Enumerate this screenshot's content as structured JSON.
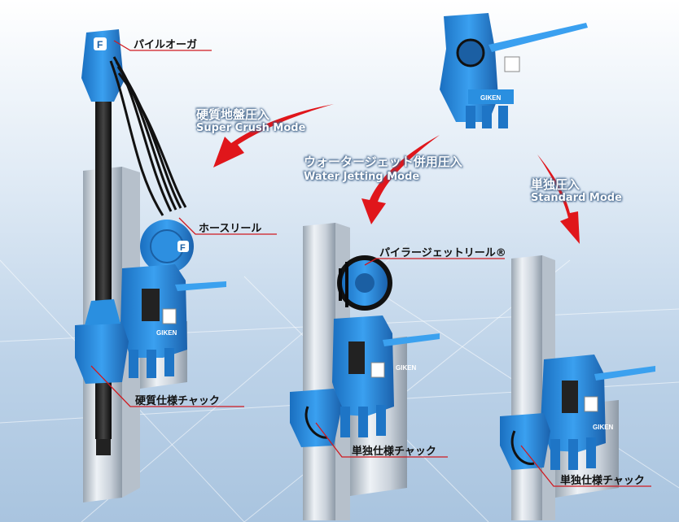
{
  "title": "",
  "modes": {
    "super_crush": {
      "jp": "硬質地盤圧入",
      "en": "Super Crush Mode"
    },
    "water_jetting": {
      "jp": "ウォータージェット併用圧入",
      "en": "Water Jetting Mode"
    },
    "standard": {
      "jp": "単独圧入",
      "en": "Standard Mode"
    }
  },
  "callouts": {
    "pile_auger": "パイルオーガ",
    "hose_reel": "ホースリール",
    "hard_chuck": "硬質仕様チャック",
    "piler_jet_reel": "パイラージェットリール®",
    "standard_chuck_1": "単独仕様チャック",
    "standard_chuck_2": "単独仕様チャック"
  },
  "brand": "GIKEN",
  "colors": {
    "machine_blue": "#2a8fe0",
    "machine_dark": "#1b5fa3",
    "arrow_red": "#e0161b",
    "leader_red": "#d01a20",
    "pile_gray": "#d7dde4"
  }
}
